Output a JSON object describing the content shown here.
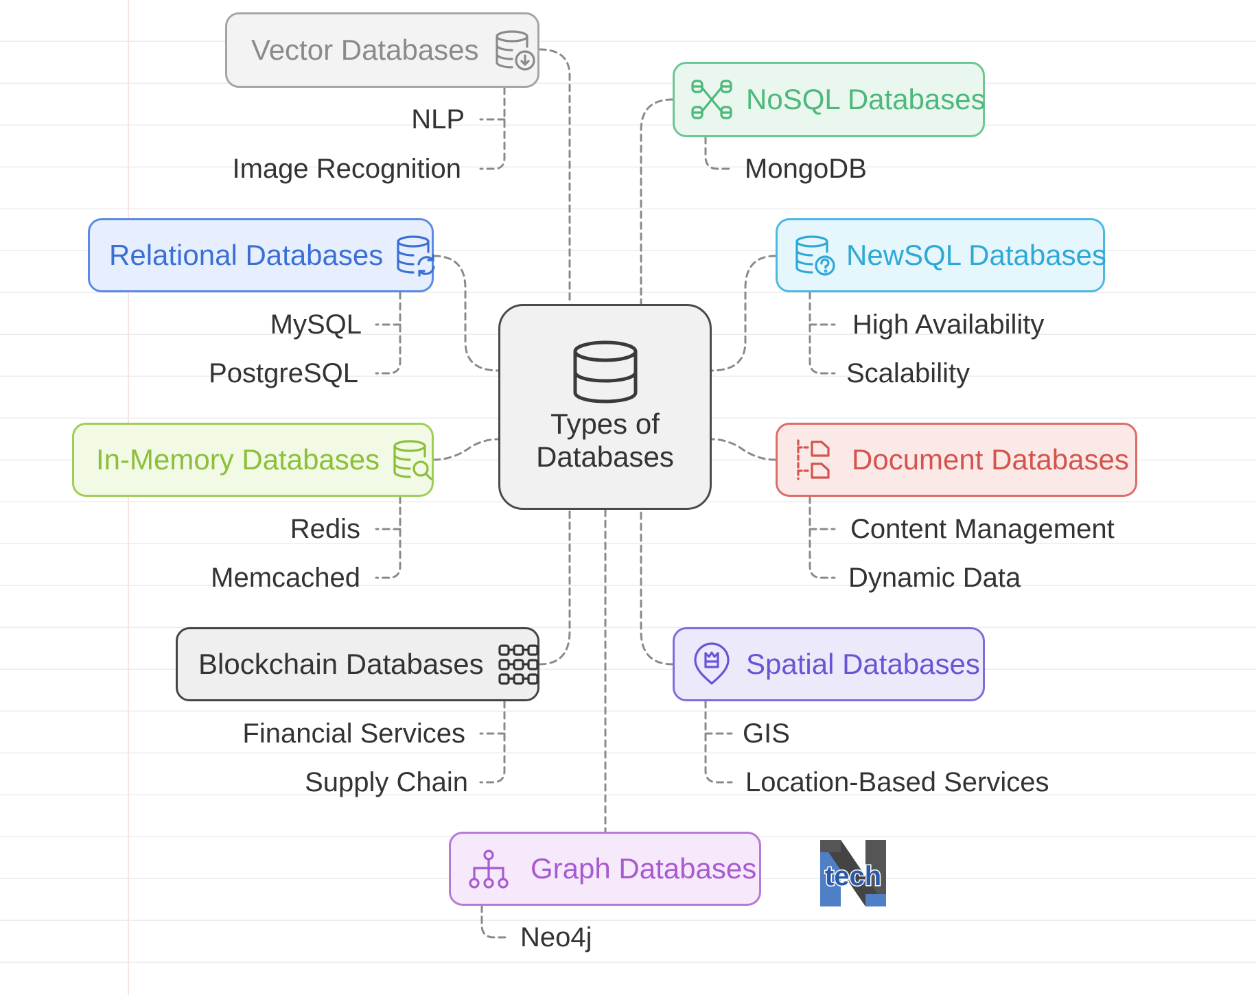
{
  "center": {
    "title": "Types of\nDatabases",
    "icon": "database-icon"
  },
  "categories": [
    {
      "key": "vector",
      "label": "Vector Databases",
      "icon": "database-download-icon",
      "color": "#8a8a8a",
      "bg": "#f3f3f3",
      "border": "#a5a5a5",
      "items": [
        "NLP",
        "Image Recognition"
      ]
    },
    {
      "key": "nosql",
      "label": "NoSQL Databases",
      "icon": "network-nodes-icon",
      "color": "#4cb87a",
      "bg": "#eaf7ef",
      "border": "#6cc793",
      "items": [
        "MongoDB"
      ]
    },
    {
      "key": "relational",
      "label": "Relational Databases",
      "icon": "database-sync-icon",
      "color": "#3b6fd4",
      "bg": "#e7efff",
      "border": "#5b8ae2",
      "items": [
        "MySQL",
        "PostgreSQL"
      ]
    },
    {
      "key": "newsql",
      "label": "NewSQL Databases",
      "icon": "database-question-icon",
      "color": "#2ea8d6",
      "bg": "#e6f6fd",
      "border": "#4bb9e2",
      "items": [
        "High Availability",
        "Scalability"
      ]
    },
    {
      "key": "inmemory",
      "label": "In-Memory Databases",
      "icon": "database-search-icon",
      "color": "#8cbf3a",
      "bg": "#f2f9e5",
      "border": "#9fce55",
      "items": [
        "Redis",
        "Memcached"
      ]
    },
    {
      "key": "document",
      "label": "Document Databases",
      "icon": "documents-icon",
      "color": "#d4544d",
      "bg": "#fbe9e8",
      "border": "#dd6c66",
      "items": [
        "Content Management",
        "Dynamic Data"
      ]
    },
    {
      "key": "blockchain",
      "label": "Blockchain Databases",
      "icon": "blocks-grid-icon",
      "color": "#333333",
      "bg": "#efefef",
      "border": "#444444",
      "items": [
        "Financial Services",
        "Supply Chain"
      ]
    },
    {
      "key": "spatial",
      "label": "Spatial Databases",
      "icon": "map-pin-icon",
      "color": "#6a54d6",
      "bg": "#ece9fb",
      "border": "#7e6be0",
      "items": [
        "GIS",
        "Location-Based Services"
      ]
    },
    {
      "key": "graph",
      "label": "Graph Databases",
      "icon": "hierarchy-icon",
      "color": "#a85ad0",
      "bg": "#f5e9fb",
      "border": "#b779d8",
      "items": [
        "Neo4j"
      ]
    }
  ],
  "logo": {
    "text": "tech",
    "letter": "N"
  }
}
